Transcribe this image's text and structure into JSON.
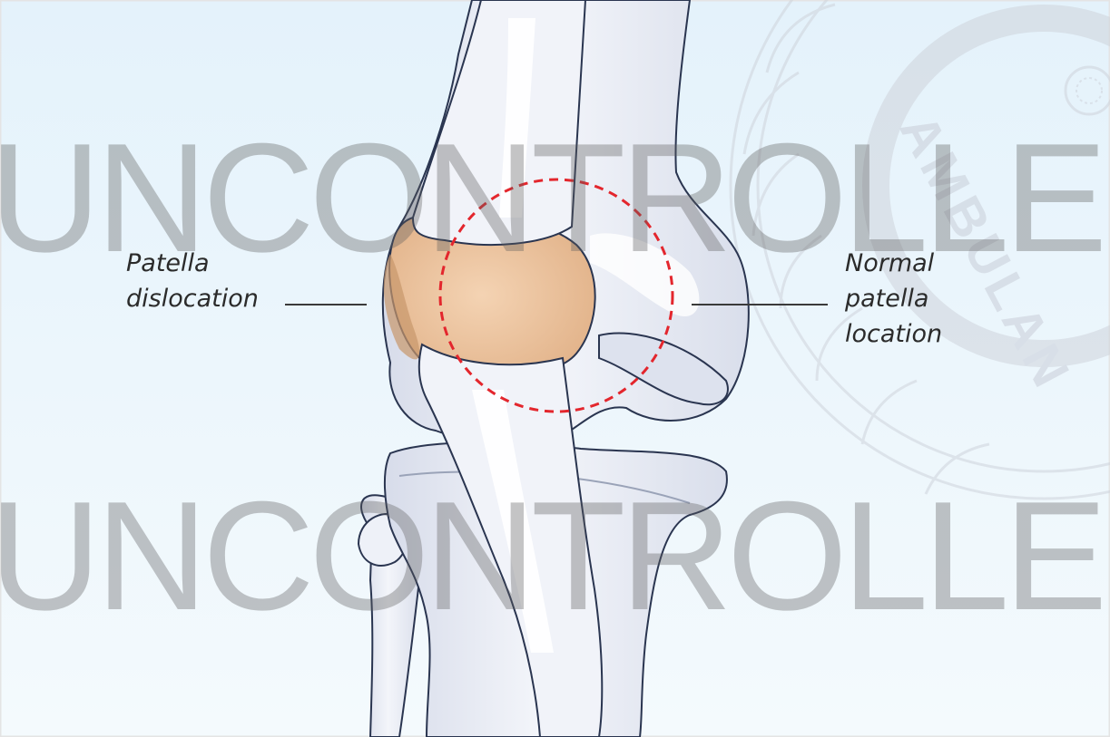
{
  "labels": {
    "left": "Patella\ndislocation",
    "right": "Normal\npatella\nlocation"
  },
  "watermark": {
    "line_1": "UNCONTROLLED",
    "line_2": "UNCONTROLLED",
    "seal_text": "AMBULAN"
  },
  "colors": {
    "background_top": "#e4f2fb",
    "background_bottom": "#f4fafd",
    "bone_fill": "#e6eaf4",
    "bone_outline": "#2a3550",
    "tendon_fill": "#f1f3f9",
    "patella_fill": "#eec7a2",
    "dashed_circle": "#e3262d",
    "leader_line": "#3a3a3a"
  },
  "icons": [
    "ambulance-seal-icon"
  ]
}
